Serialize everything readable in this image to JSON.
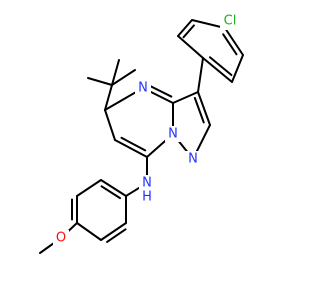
{
  "molecule": {
    "colors": {
      "bond": "#000000",
      "carbon": "#000000",
      "nitrogen": "#2233ff",
      "oxygen": "#ff0d0d",
      "chlorine": "#1fb01f"
    },
    "atoms": {
      "N_pyrimidine": "N",
      "N_bridgehead": "N",
      "N_pyrazole": "N",
      "N_amine": "N",
      "H_amine": "H",
      "O_methoxy": "O",
      "Cl_aryl": "Cl"
    }
  }
}
